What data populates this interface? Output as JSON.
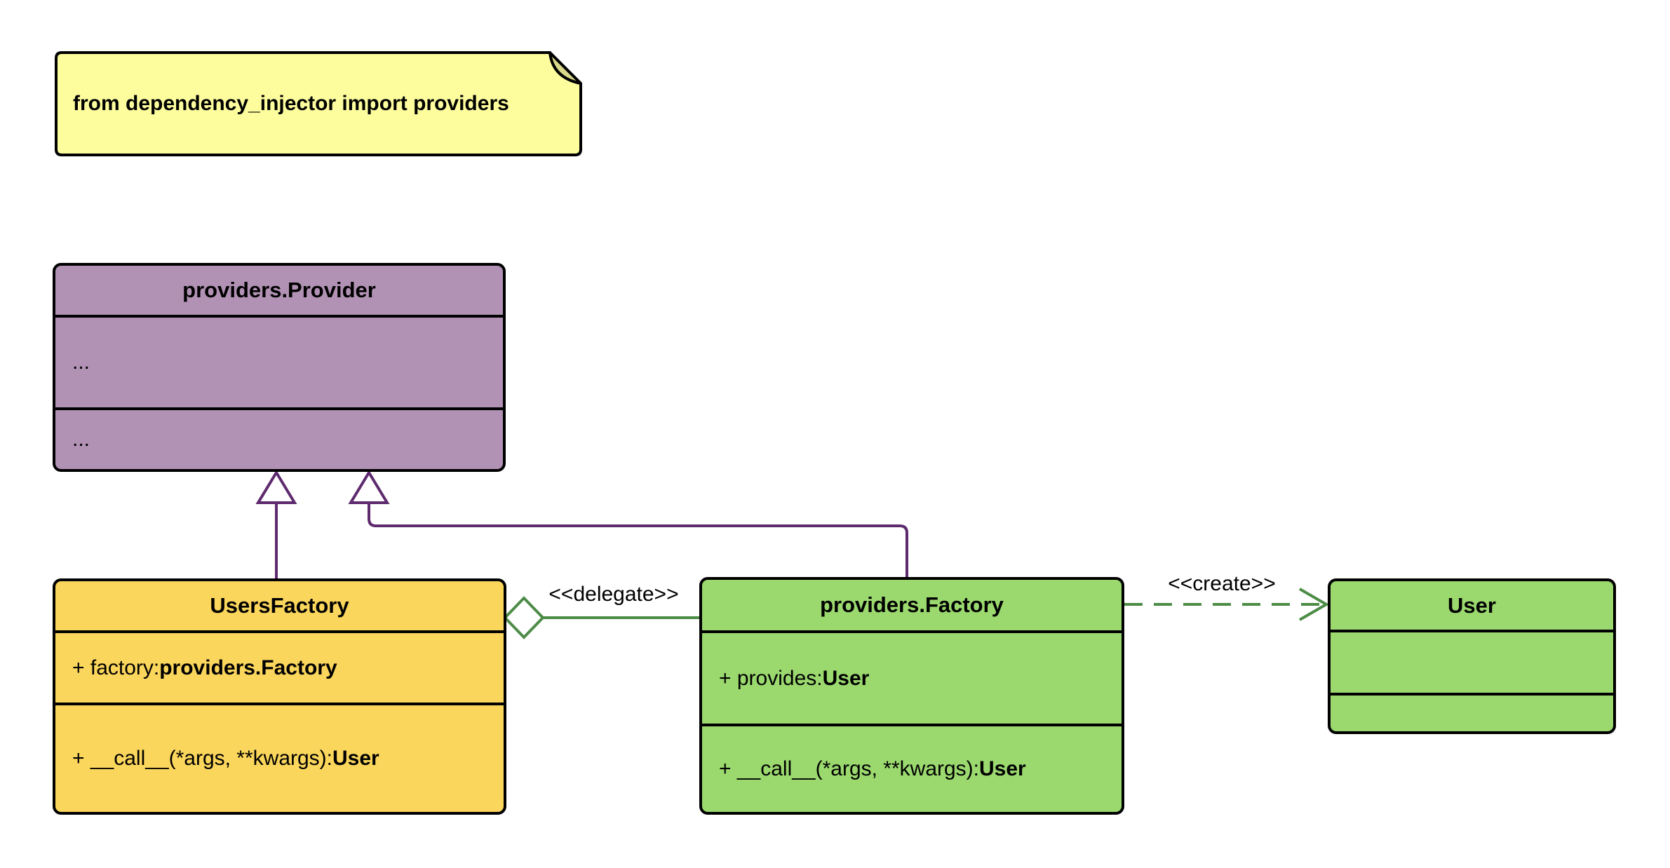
{
  "note": {
    "text": "from dependency_injector import providers",
    "fill": "#FDFD9E",
    "fold_fill": "#D9D98A"
  },
  "classes": {
    "provider": {
      "title": "providers.Provider",
      "attributes_text": "...",
      "methods_text": "...",
      "fill": "#B192B4"
    },
    "users_factory": {
      "title": "UsersFactory",
      "attribute_prefix": "+ factory: ",
      "attribute_type": "providers.Factory",
      "method_prefix": "+ __call__(*args, **kwargs): ",
      "method_type": "User",
      "fill": "#FBD65C"
    },
    "factory": {
      "title": "providers.Factory",
      "attribute_prefix": "+ provides: ",
      "attribute_type": "User",
      "method_prefix": "+ __call__(*args, **kwargs): ",
      "method_type": "User",
      "fill": "#9BD96F"
    },
    "user": {
      "title": "User",
      "fill": "#9BD96F"
    }
  },
  "edges": {
    "delegate_label": "<<delegate>>",
    "create_label": "<<create>>",
    "inheritance_color": "#5E2A6E",
    "association_color": "#4D8C47"
  }
}
